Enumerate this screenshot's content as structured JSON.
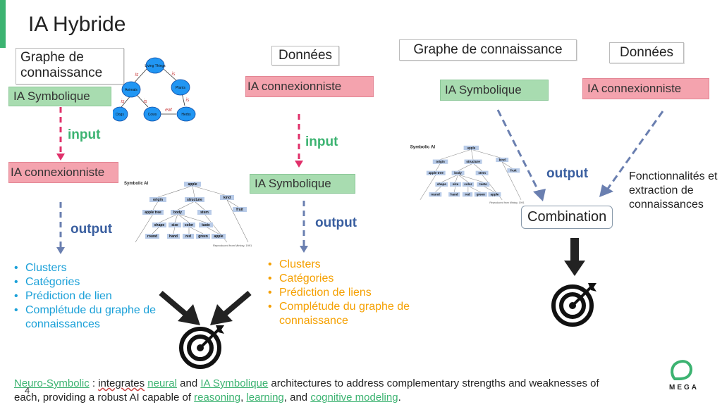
{
  "slide": {
    "title": "IA Hybride",
    "page_number": "4"
  },
  "panel1": {
    "kg_label": "Graphe de connaissance",
    "sym_box": "IA Symbolique",
    "input_label": "input",
    "conn_box": "IA connexionniste",
    "output_label": "output",
    "results": [
      "Clusters",
      "Catégories",
      "Prédiction de lien",
      "Complétude du graphe de connaissances"
    ]
  },
  "panel2": {
    "data_label": "Données",
    "conn_box": "IA connexionniste",
    "input_label": "input",
    "sym_box": "IA Symbolique",
    "output_label": "output",
    "results": [
      "Clusters",
      "Catégories",
      "Prédiction de liens",
      "Complétude du graphe de connaissance"
    ]
  },
  "panel3": {
    "kg_label": "Graphe de connaissance",
    "data_label": "Données",
    "sym_box": "IA Symbolique",
    "conn_box": "IA connexionniste",
    "output_label": "output",
    "combination": "Combination",
    "features": "Fonctionnalités et extraction de connaissances"
  },
  "semantic_net": {
    "nodes": [
      "Living Things",
      "Animals",
      "Plants",
      "Dogs",
      "Cows",
      "Herbs"
    ],
    "edges": [
      "is",
      "is",
      "is",
      "is",
      "is",
      "eat"
    ]
  },
  "symbolic_tree": {
    "title": "Symbolic AI",
    "root": "apple",
    "level1": [
      "origin",
      "structure",
      "kind"
    ],
    "level2": [
      "apple tree",
      "body",
      "stem",
      "fruit"
    ],
    "level3": [
      "shape",
      "size",
      "color",
      "taste"
    ],
    "level4": [
      "round",
      "hand",
      "red",
      "green",
      "apple"
    ],
    "credit": "Reproduced from Minksy, 1991"
  },
  "footer": {
    "term": "Neuro-Symbolic",
    "colon": " : ",
    "t1": "integrates",
    "neural": "neural",
    "and1": " and ",
    "symbolic": "IA Symbolique",
    "t2": " architectures to address complementary strengths and weaknesses of each, providing a robust AI capable of ",
    "reasoning": "reasoning",
    "comma": ", ",
    "learning": "learning",
    "and2": ", and ",
    "cognitive": "cognitive modeling",
    "end": "."
  },
  "logo": {
    "text": "MEGA"
  },
  "colors": {
    "green": "#3cb371",
    "pink": "#f4a3ae",
    "blue_text": "#1aa0d8",
    "orange_text": "#f5a000",
    "arrow_blue": "#3a5fa0",
    "arrow_pink": "#e0306a"
  }
}
